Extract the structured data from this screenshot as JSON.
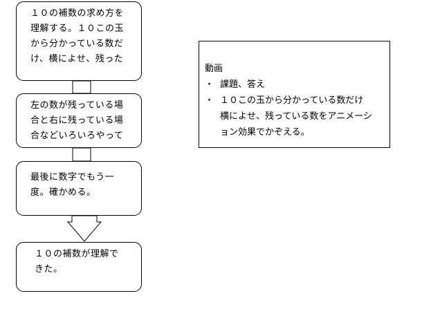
{
  "flow_steps": [
    {
      "lines": [
        "１０の補数の求め方を",
        "理解する。１０この玉",
        "から分かっている数だ",
        "け、横によせ、残った"
      ]
    },
    {
      "lines": [
        "左の数が残っている場",
        "合と右に残っている場",
        "合などいろいろやって"
      ]
    },
    {
      "lines": [
        "最後に数字でもう一",
        "度。確かめる。"
      ]
    },
    {
      "lines": [
        "１０の補数が理解で",
        "きた。"
      ]
    }
  ],
  "video_panel": {
    "title": "動画",
    "bullet_char": "・",
    "items": [
      {
        "lines": [
          "課題、答え"
        ]
      },
      {
        "lines": [
          "１０この玉から分かっている数だけ",
          "横によせ、残っている数をアニメーシ",
          "ョン効果でかぞえる。"
        ]
      }
    ]
  }
}
